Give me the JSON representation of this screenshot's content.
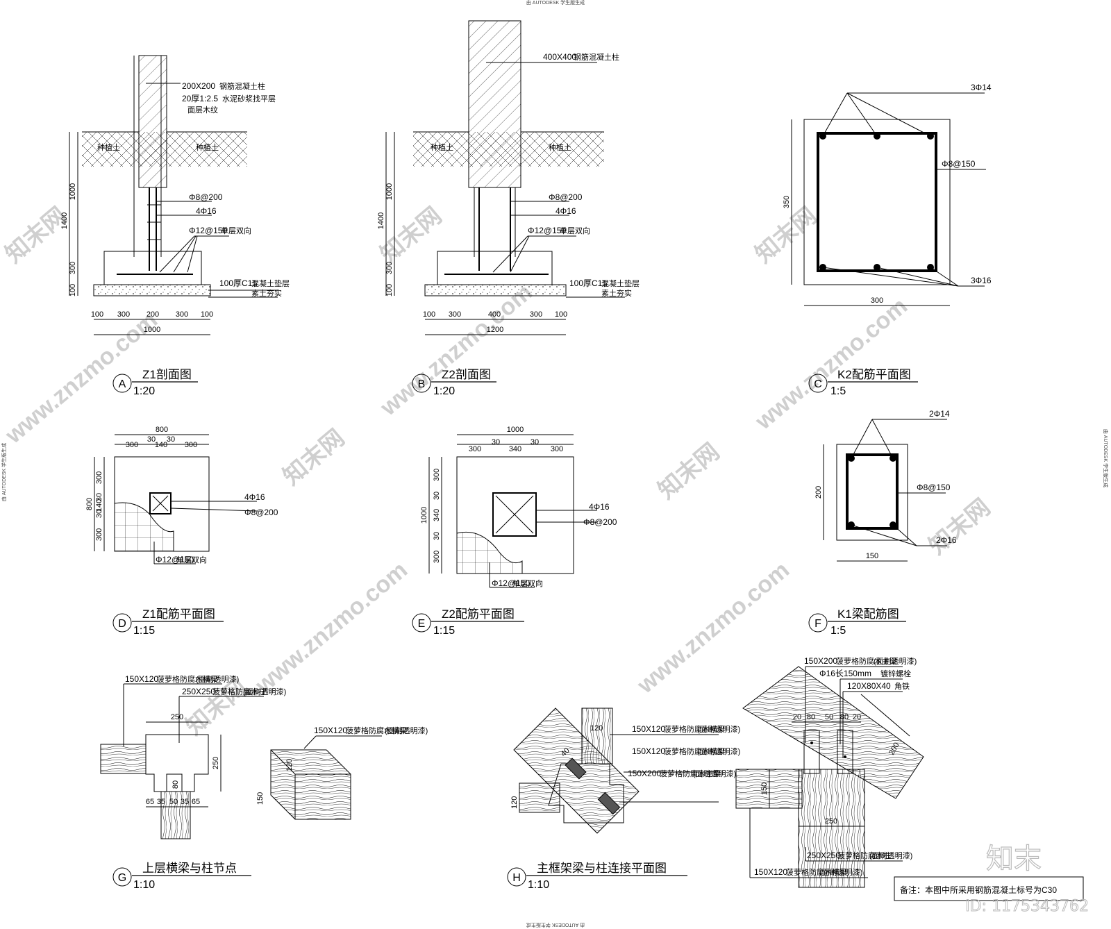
{
  "header_text": "由 AUTODESK 学生版生成",
  "watermark": {
    "site": "www.znzmo.com",
    "brand": "知末网",
    "logo": "知末",
    "id": "ID: 1175343762"
  },
  "note": "备注：本图中所采用钢筋混凝土标号为C30",
  "details": {
    "A": {
      "letter": "A",
      "title": "Z1剖面图",
      "scale": "1:20",
      "dims": {
        "h1400": "1400",
        "h1000": "1000",
        "h300": "300",
        "h100": "100",
        "w100a": "100",
        "w300a": "300",
        "w200": "200",
        "w300b": "300",
        "w100b": "100",
        "w1000": "1000"
      },
      "ann": {
        "col": "200X200",
        "col_sub": "钢筋混凝土柱",
        "mortar": "20厚1:2.5",
        "mortar_sub": "水泥砂浆找平层",
        "finish": "面层木纹",
        "soil": "种植土",
        "stirrup": "Φ8@200",
        "main": "4Φ16",
        "base": "Φ12@150",
        "base_sub": "单层双向",
        "pad": "100厚C15",
        "pad_sub": "混凝土垫层",
        "ground": "素土夯实"
      }
    },
    "B": {
      "letter": "B",
      "title": "Z2剖面图",
      "scale": "1:20",
      "dims": {
        "h1400": "1400",
        "h1000": "1000",
        "h300": "300",
        "h100": "100",
        "w100a": "100",
        "w300a": "300",
        "w400": "400",
        "w300b": "300",
        "w100b": "100",
        "w1200": "1200"
      },
      "ann": {
        "col": "400X400",
        "col_sub": "钢筋混凝土柱",
        "soil": "种植土",
        "stirrup": "Φ8@200",
        "main": "4Φ16",
        "base": "Φ12@150",
        "base_sub": "单层双向",
        "pad": "100厚C15",
        "pad_sub": "混凝土垫层",
        "ground": "素土夯实"
      }
    },
    "C": {
      "letter": "C",
      "title": "K2配筋平面图",
      "scale": "1:5",
      "dims": {
        "h": "350",
        "w": "300"
      },
      "ann": {
        "top": "3Φ14",
        "stirrup": "Φ8@150",
        "bottom": "3Φ16"
      }
    },
    "D": {
      "letter": "D",
      "title": "Z1配筋平面图",
      "scale": "1:15",
      "dims": {
        "total": "800",
        "a": "300",
        "b": "30",
        "c": "140",
        "d": "30",
        "e": "300",
        "vtotal": "800",
        "va": "300",
        "vb": "30",
        "vc": "140",
        "vd": "30",
        "ve": "300"
      },
      "ann": {
        "main": "4Φ16",
        "stirrup": "Φ8@200",
        "base": "Φ12@150",
        "base_sub": "单层双向"
      }
    },
    "E": {
      "letter": "E",
      "title": "Z2配筋平面图",
      "scale": "1:15",
      "dims": {
        "total": "1000",
        "a": "300",
        "b": "30",
        "c": "340",
        "d": "30",
        "e": "300",
        "vtotal": "1000",
        "va": "300",
        "vb": "30",
        "vc": "340",
        "vd": "30",
        "ve": "300"
      },
      "ann": {
        "main": "4Φ16",
        "stirrup": "Φ8@200",
        "base": "Φ12@150",
        "base_sub": "单层双向"
      }
    },
    "F": {
      "letter": "F",
      "title": "K1梁配筋图",
      "scale": "1:5",
      "dims": {
        "h": "200",
        "w": "150"
      },
      "ann": {
        "top": "2Φ14",
        "stirrup": "Φ8@150",
        "bottom": "2Φ16"
      }
    },
    "G": {
      "letter": "G",
      "title": "上层横梁与柱节点",
      "scale": "1:10",
      "dims": {
        "w250": "250",
        "h250": "250",
        "v80": "80",
        "b1": "65",
        "b2": "35",
        "b3": "50",
        "b4": "35",
        "b5": "65",
        "h120": "120",
        "h150": "150"
      },
      "ann": {
        "beam": "150X120",
        "beam_sub": "菠萝格防腐木横梁",
        "col": "250X250",
        "col_sub": "菠萝格防腐木柱",
        "finish": "(面刷透明漆)"
      }
    },
    "H": {
      "letter": "H",
      "title": "主框架梁与柱连接平面图",
      "scale": "1:10",
      "dims": {
        "h120": "120",
        "h40": "40",
        "h120b": "120"
      },
      "ann": {
        "b1": "150X120",
        "b2": "150X120",
        "b3": "150X200",
        "sub1": "菠萝格防腐木横梁",
        "sub3": "菠萝格防腐木主梁",
        "finish": "(面刷透明漆)"
      }
    },
    "I": {
      "dims": {
        "d20a": "20",
        "d80a": "80",
        "d50": "50",
        "d80b": "80",
        "d20b": "20",
        "h150": "150",
        "w250": "250",
        "d200": "200"
      },
      "ann": {
        "main": "150X200",
        "main_sub": "菠萝格防腐木主梁",
        "bolt": "Φ16长150mm",
        "bolt_sub": "镀锌螺栓",
        "plate": "120X80X40",
        "plate_sub": "角铁",
        "col": "250X250",
        "col_sub": "菠萝格防腐木柱",
        "beam": "150X120",
        "beam_sub": "菠萝格防腐木横梁",
        "finish": "(面刷透明漆)"
      }
    }
  }
}
